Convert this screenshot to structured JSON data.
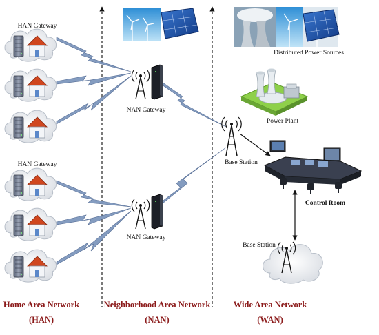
{
  "labels": {
    "han_gateway_top": "HAN Gateway",
    "han_gateway_bottom": "HAN Gateway",
    "nan_gateway_top": "NAN Gateway",
    "nan_gateway_bottom": "NAN Gateway",
    "base_station_main": "Base Station",
    "base_station_lower": "Base Station",
    "distributed_power_sources": "Distributed Power Sources",
    "power_plant": "Power Plant",
    "control_room": "Control Room"
  },
  "zones": [
    {
      "name": "Home Area Network",
      "abbr": "(HAN)"
    },
    {
      "name": "Neighborhood Area Network",
      "abbr": "(NAN)"
    },
    {
      "name": "Wide Area Network",
      "abbr": "(WAN)"
    }
  ],
  "colors": {
    "zone_label": "#8b1a1a",
    "wireless_link": "#7e97bd",
    "house_roof": "#d0471f",
    "solar_panel": "#1e4fa0",
    "plant_green": "#8ed04a",
    "divider": "#222222"
  },
  "icons": [
    "server-icon",
    "house-icon",
    "antenna-tower-icon",
    "wind-turbine-icon",
    "solar-panel-icon",
    "cooling-tower-icon",
    "cloud-icon",
    "control-desk-icon"
  ]
}
